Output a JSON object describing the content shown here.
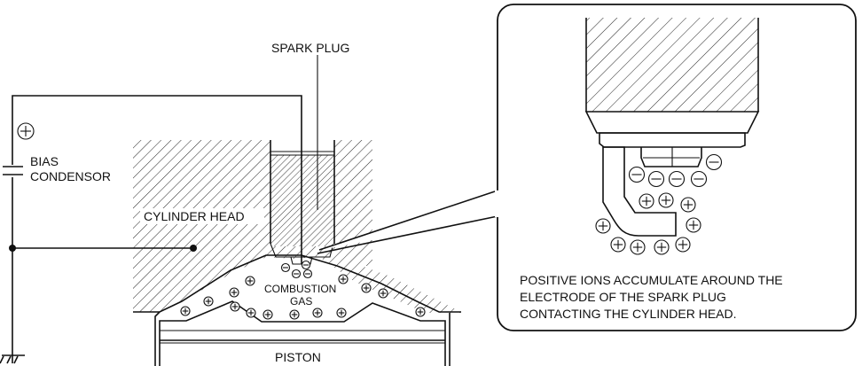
{
  "labels": {
    "spark_plug": "SPARK PLUG",
    "bias": "BIAS",
    "condensor": "CONDENSOR",
    "cylinder_head": "CYLINDER HEAD",
    "combustion": "COMBUSTION",
    "gas": "GAS",
    "piston": "PISTON",
    "plus_terminal": "+"
  },
  "detail_caption": [
    "POSITIVE IONS ACCUMULATE AROUND THE",
    "ELECTRODE OF THE SPARK PLUG",
    "CONTACTING THE CYLINDER HEAD."
  ],
  "ions": {
    "positive_symbol": "+",
    "negative_symbol": "−"
  },
  "colors": {
    "line": "#111111",
    "background": "#ffffff"
  }
}
